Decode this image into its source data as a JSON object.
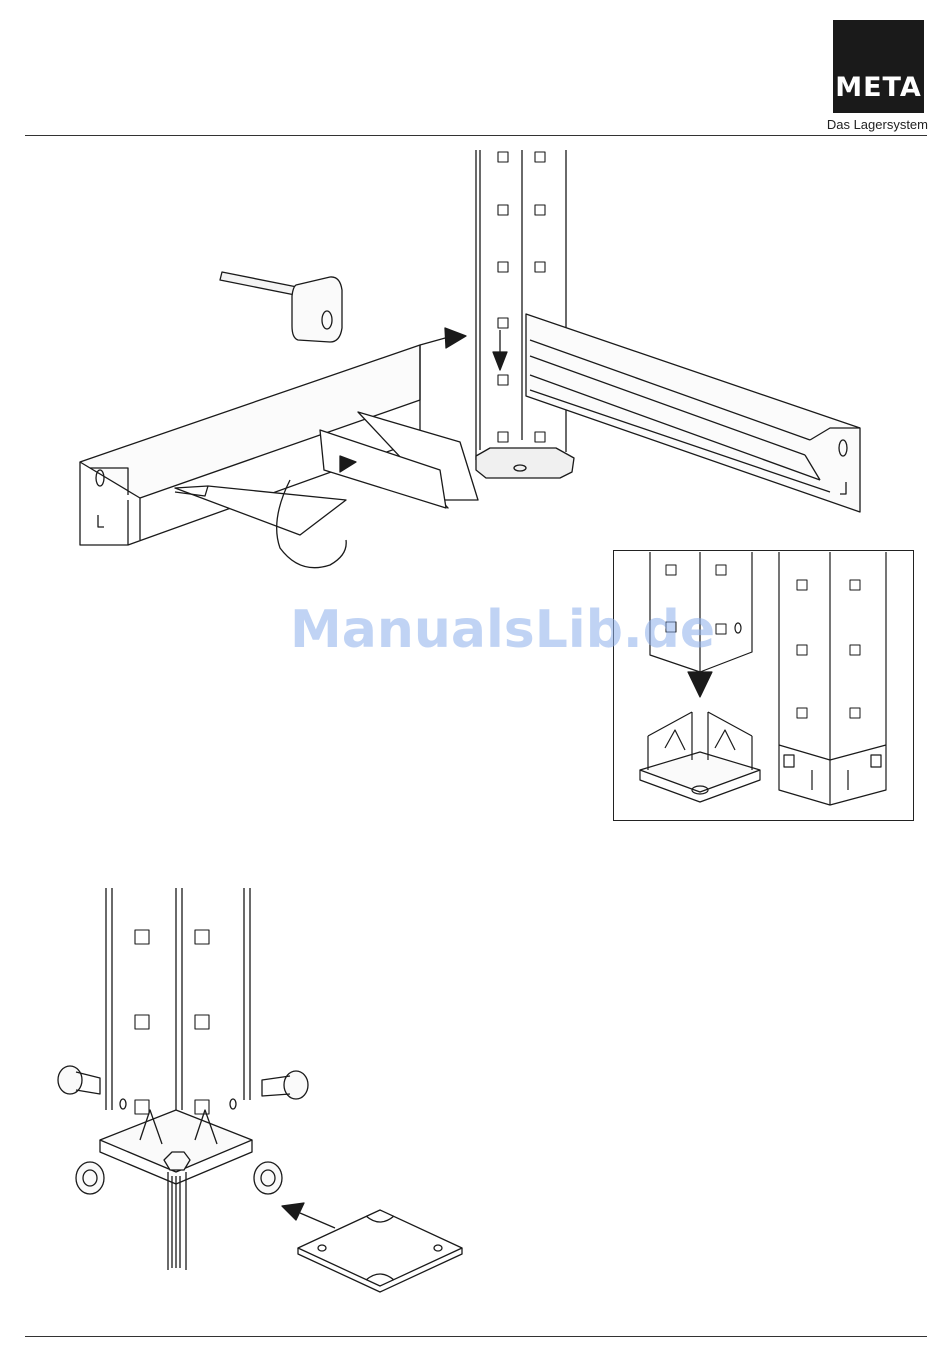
{
  "header": {
    "brand": "META",
    "tagline": "Das Lagersystem"
  },
  "watermark": "ManualsLib.de"
}
